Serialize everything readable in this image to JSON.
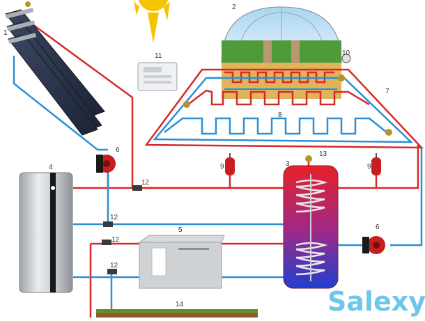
{
  "labels": {
    "n1": "1",
    "n2": "2",
    "n3": "3",
    "n4": "4",
    "n5": "5",
    "n6a": "6",
    "n6b": "6",
    "n7": "7",
    "n8": "8",
    "n9a": "9",
    "n9b": "9",
    "n10": "10",
    "n11": "11",
    "n12a": "12",
    "n12b": "12",
    "n12c": "12",
    "n12d": "12",
    "n13": "13",
    "n14": "14"
  },
  "watermark": "Salexy",
  "colors": {
    "hot_pipe": "#d62a2a",
    "cold_pipe": "#2a8fd6",
    "sun": "#f5c400",
    "tank_hot": "#e0202a",
    "tank_cold": "#1e3fd0"
  }
}
